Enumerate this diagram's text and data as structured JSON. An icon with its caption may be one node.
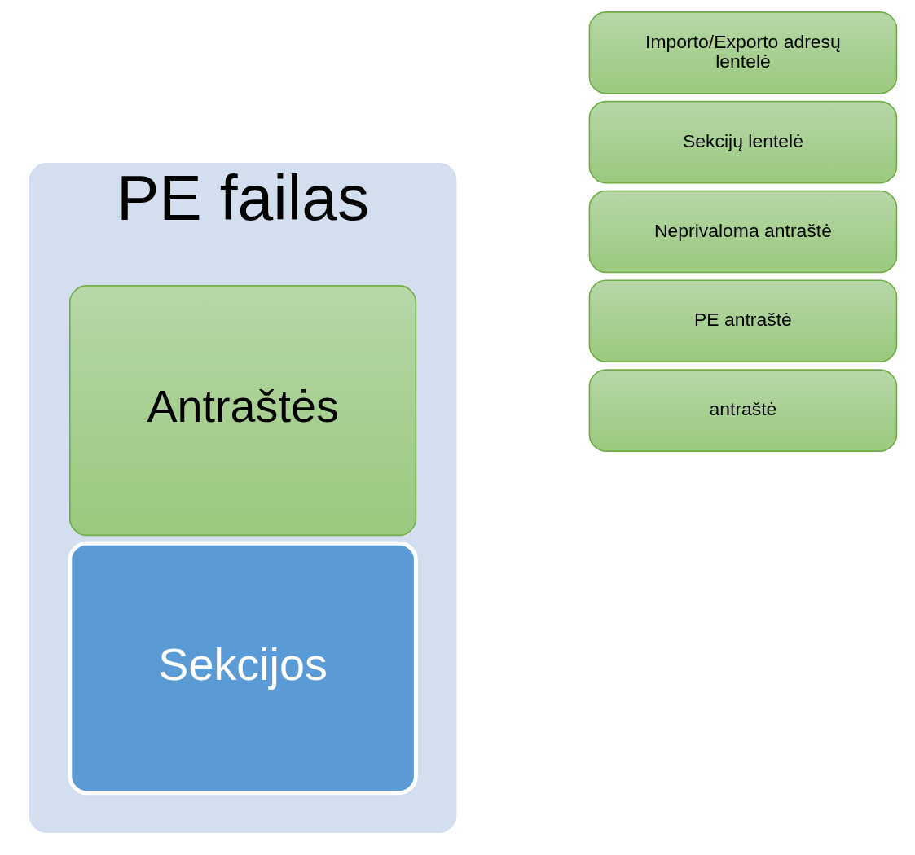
{
  "diagram": {
    "nodes": [
      {
        "text": [
          "PE failas"
        ]
      },
      {
        "text": [
          "Antraštės"
        ],
        "in": 0
      },
      {
        "text": [
          "Sekcijos"
        ],
        "in": 0
      },
      {
        "text": [
          "antraštė"
        ]
      },
      {
        "text": [
          "PE antraštė"
        ]
      },
      {
        "text": [
          "Neprivaloma antraštė"
        ]
      },
      {
        "text": [
          "Sekcijų lentelė"
        ]
      },
      {
        "text": [
          "Importo/Exporto adresų lentelė"
        ]
      }
    ]
  }
}
